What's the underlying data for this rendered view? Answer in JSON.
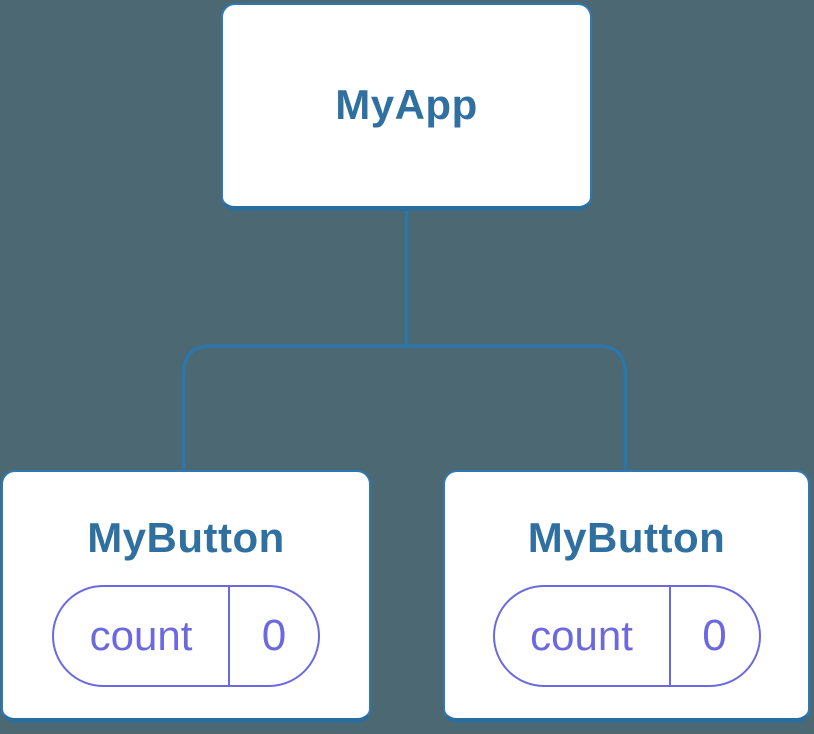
{
  "canvas": {
    "background": "#4C6872"
  },
  "colors": {
    "background": "#4C6872",
    "card_background": "#FFFFFF",
    "card_border": "#2E79B3",
    "card_border_bottom": "#2B6E9E",
    "connector": "#2E75A9",
    "component_label": "#2F70A1",
    "state_accent": "#6C69E0"
  },
  "tree": {
    "root": {
      "label": "MyApp"
    },
    "children": [
      {
        "label": "MyButton",
        "state": {
          "name": "count",
          "value": "0"
        }
      },
      {
        "label": "MyButton",
        "state": {
          "name": "count",
          "value": "0"
        }
      }
    ]
  }
}
